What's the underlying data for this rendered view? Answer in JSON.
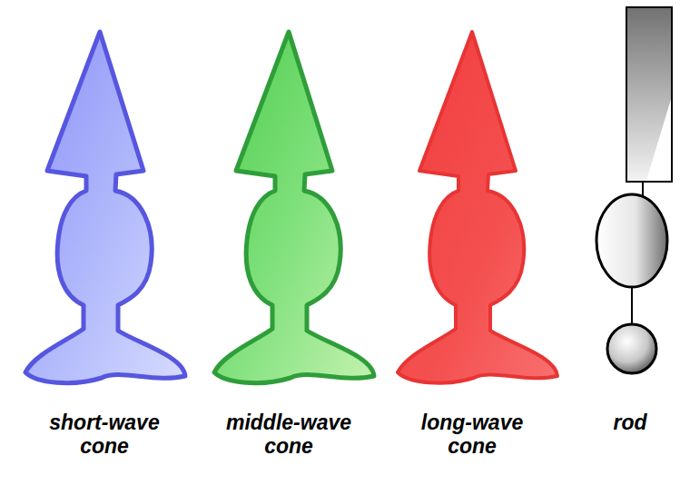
{
  "diagram": {
    "labels": [
      "short-wave cone",
      "middle-wave cone",
      "long-wave cone",
      "rod"
    ]
  }
}
